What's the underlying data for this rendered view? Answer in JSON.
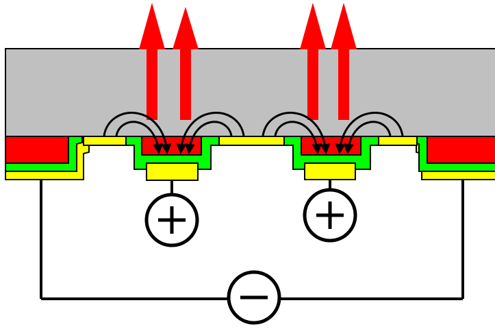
{
  "colors": {
    "background": "#ffffff",
    "substrate": "#c0c0c0",
    "red_layer": "#ff0000",
    "green_layer": "#00ff00",
    "yellow_layer": "#ffff00",
    "emission_arrow": "#ff0000",
    "wire": "#000000"
  },
  "symbols": {
    "positive_terminal_left": "plus-symbol",
    "positive_terminal_right": "plus-symbol",
    "negative_terminal": "minus-symbol"
  },
  "counts": {
    "emission_arrows": 4,
    "field_arcs": 4
  }
}
